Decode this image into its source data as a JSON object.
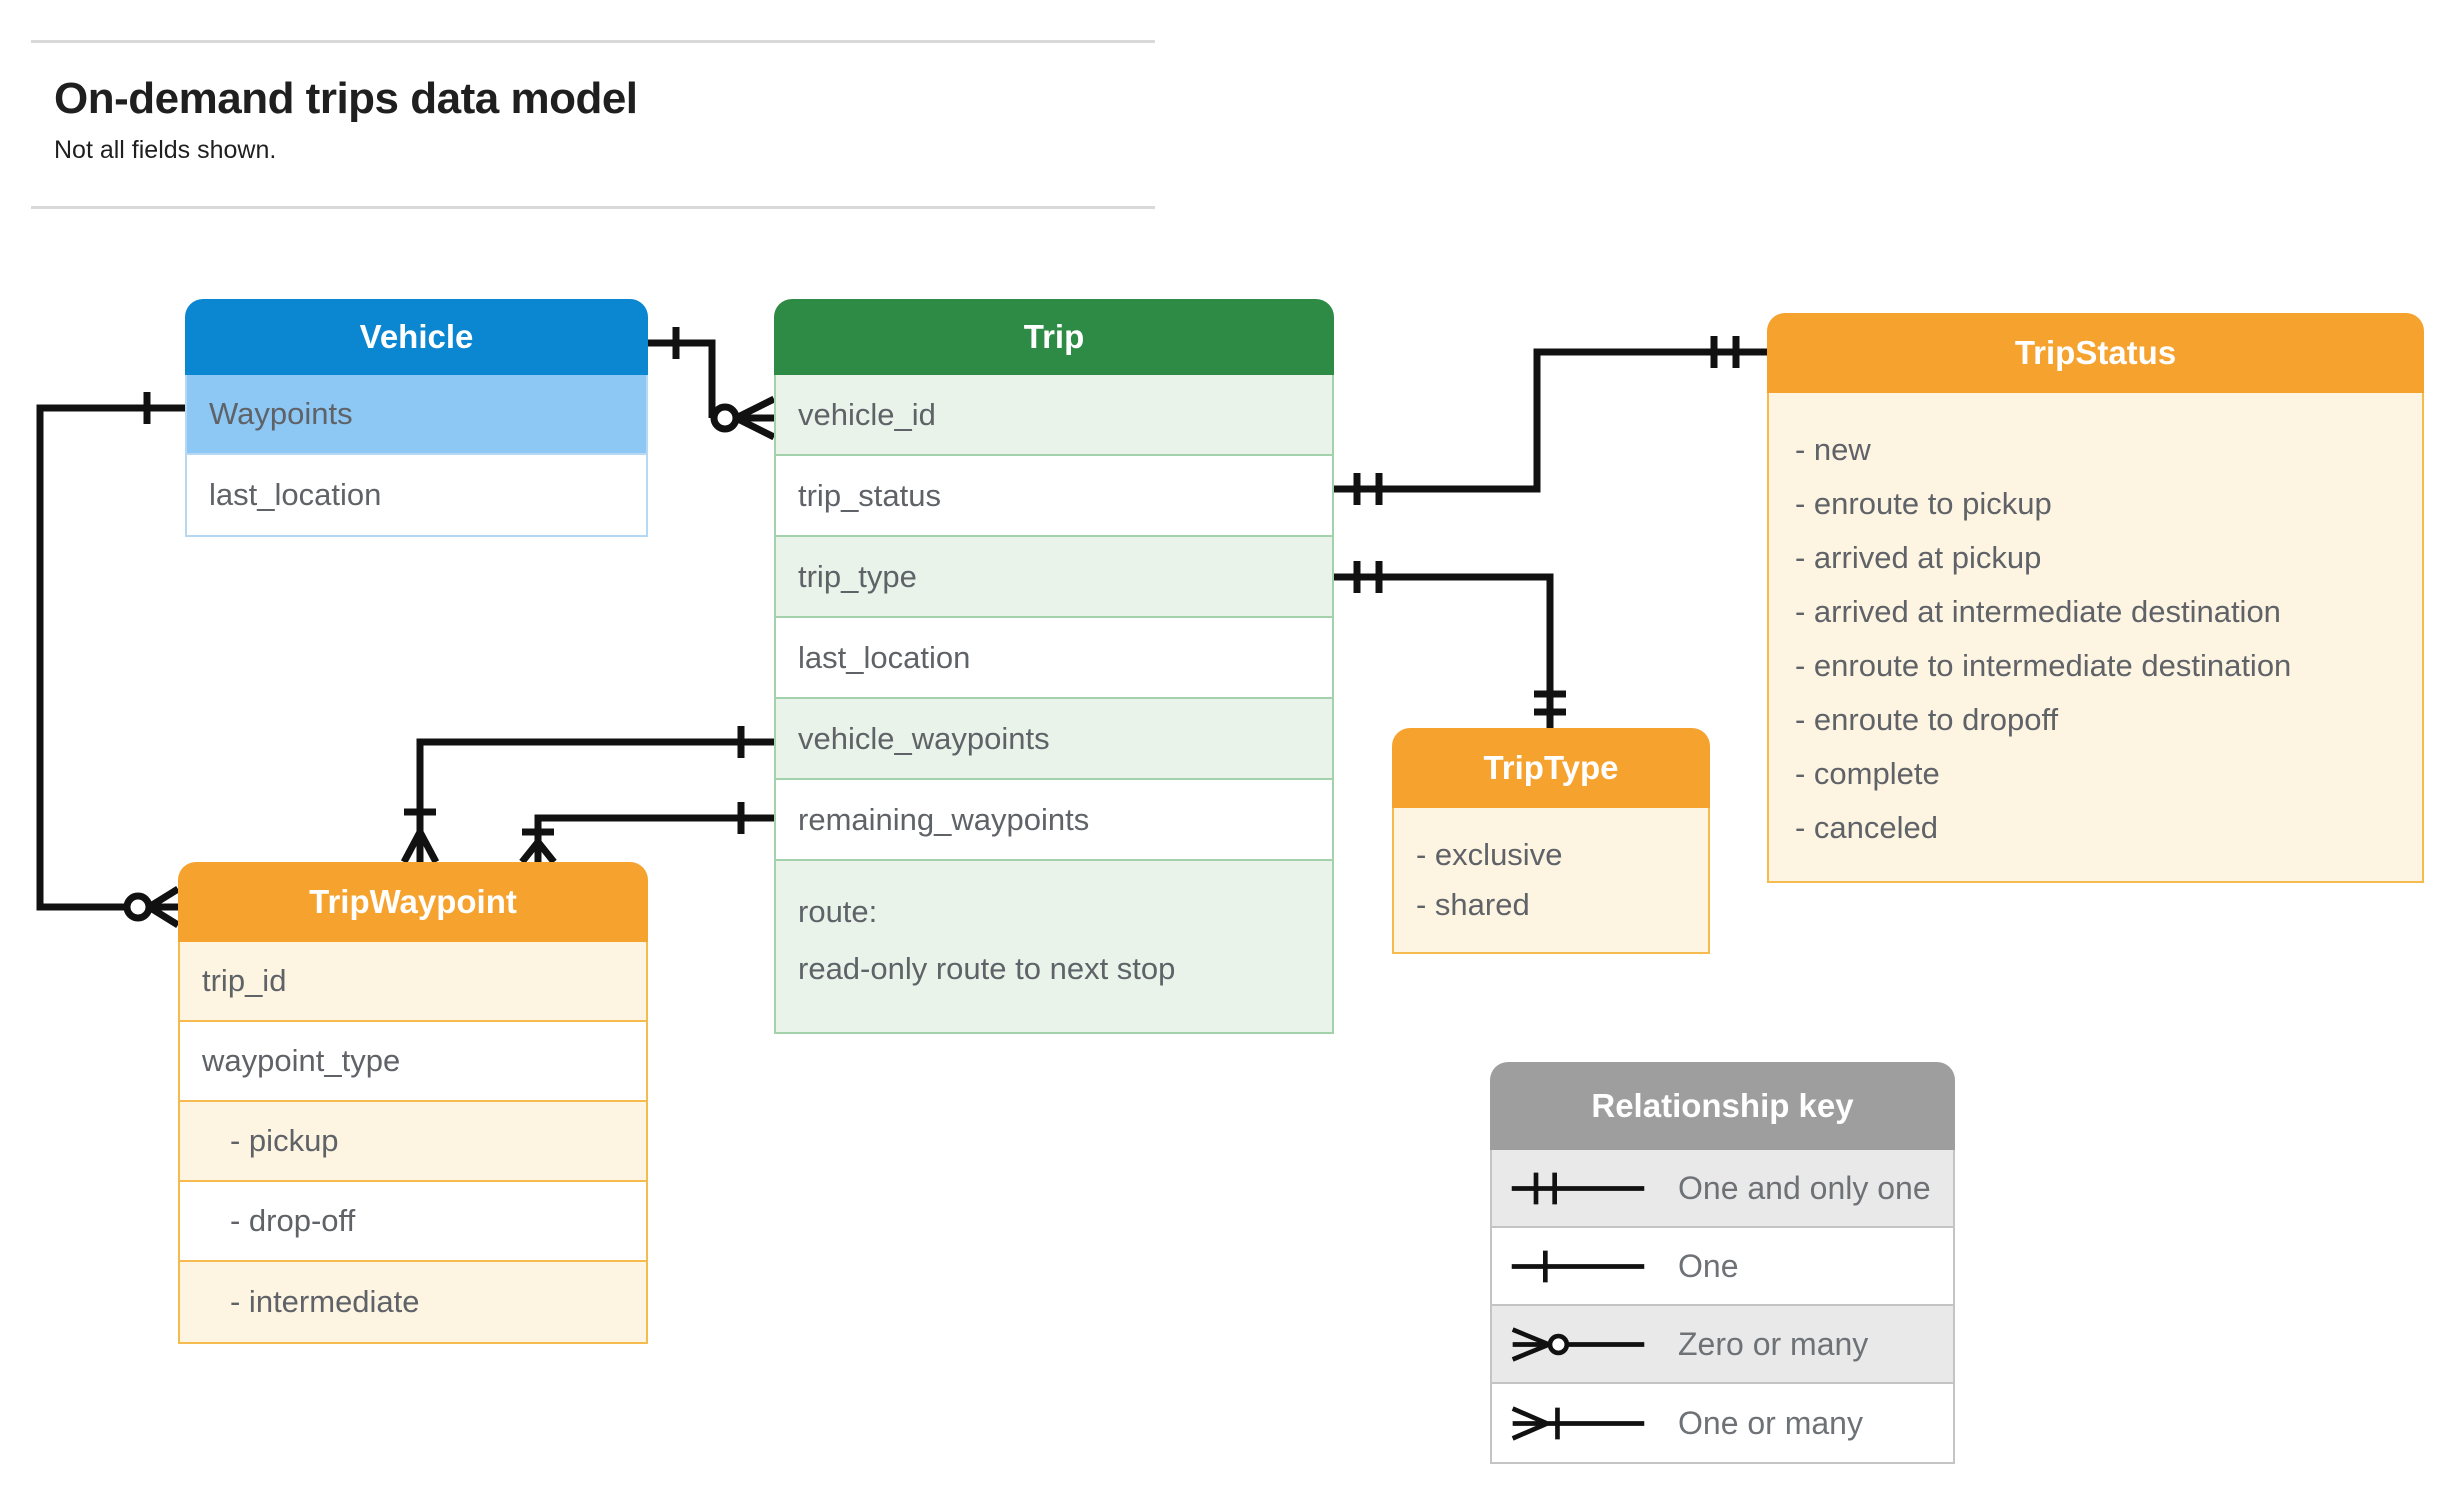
{
  "page": {
    "title": "On-demand trips data model",
    "subtitle": "Not all fields shown."
  },
  "entities": {
    "vehicle": {
      "title": "Vehicle",
      "fields": [
        "Waypoints",
        "last_location"
      ]
    },
    "trip": {
      "title": "Trip",
      "fields": [
        "vehicle_id",
        "trip_status",
        "trip_type",
        "last_location",
        "vehicle_waypoints",
        "remaining_waypoints"
      ],
      "route_field": {
        "name": "route:",
        "description": "read-only route to next stop"
      }
    },
    "trip_status": {
      "title": "TripStatus",
      "values": [
        "- new",
        "- enroute to pickup",
        "- arrived at pickup",
        "- arrived at intermediate destination",
        "- enroute to intermediate destination",
        "- enroute to dropoff",
        "- complete",
        "- canceled"
      ]
    },
    "trip_waypoint": {
      "title": "TripWaypoint",
      "fields": [
        "trip_id",
        "waypoint_type"
      ],
      "values": [
        "- pickup",
        "- drop-off",
        "- intermediate"
      ]
    },
    "trip_type": {
      "title": "TripType",
      "values": [
        "- exclusive",
        "- shared"
      ]
    }
  },
  "legend": {
    "title": "Relationship key",
    "items": [
      {
        "symbol": "one-and-only-one-symbol",
        "label": "One and only one"
      },
      {
        "symbol": "one-symbol",
        "label": "One"
      },
      {
        "symbol": "zero-or-many-symbol",
        "label": "Zero or many"
      },
      {
        "symbol": "one-or-many-symbol",
        "label": "One or many"
      }
    ]
  },
  "colors": {
    "blue": "#0b86d0",
    "blue_light": "#8dc7f3",
    "blue_border": "#b5d9f5",
    "green": "#2e8b46",
    "green_light": "#e9f3ea",
    "green_border": "#a3d1ab",
    "orange": "#f6a22e",
    "cream": "#fdf4e2",
    "orange_border": "#f5bb4e",
    "gray": "#9e9e9e",
    "gray_light": "#e9e9e9",
    "gray_border": "#c4c4c4",
    "text": "#5f6368",
    "heading": "#1f1f1f",
    "line": "#111111",
    "rule": "#d9d9d9",
    "legend_text": "#6e7276"
  }
}
